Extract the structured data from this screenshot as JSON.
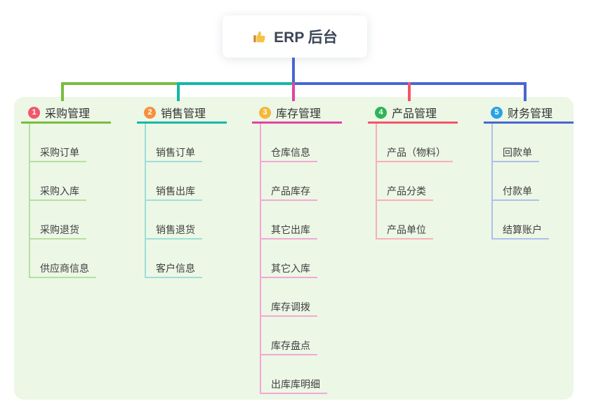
{
  "root": {
    "title": "ERP 后台",
    "icon": "thumbs-up",
    "icon_color": "#f6c344"
  },
  "connectors": {
    "trunk_color": "#4a66d2"
  },
  "canvas_colors": {
    "background": "#ffffff",
    "panel": "#ecf7e6"
  },
  "branches": [
    {
      "num": "1",
      "label": "采购管理",
      "badge_color": "#f2576c",
      "line_color": "#78bd3f",
      "child_line_color": "#b7dfa0",
      "children": [
        "采购订单",
        "采购入库",
        "采购退货",
        "供应商信息"
      ]
    },
    {
      "num": "2",
      "label": "销售管理",
      "badge_color": "#f7903e",
      "line_color": "#16b7a7",
      "child_line_color": "#9edfd7",
      "children": [
        "销售订单",
        "销售出库",
        "销售退货",
        "客户信息"
      ]
    },
    {
      "num": "3",
      "label": "库存管理",
      "badge_color": "#f6b83a",
      "line_color": "#e0459e",
      "child_line_color": "#f3a8d4",
      "children": [
        "仓库信息",
        "产品库存",
        "其它出库",
        "其它入库",
        "库存调拨",
        "库存盘点",
        "出库库明细"
      ]
    },
    {
      "num": "4",
      "label": "产品管理",
      "badge_color": "#2eb456",
      "line_color": "#f4556a",
      "child_line_color": "#f9afb8",
      "children": [
        "产品（物料）",
        "产品分类",
        "产品单位"
      ]
    },
    {
      "num": "5",
      "label": "财务管理",
      "badge_color": "#29a3e3",
      "line_color": "#4a66d2",
      "child_line_color": "#aebfe9",
      "children": [
        "回款单",
        "付款单",
        "结算账户"
      ]
    }
  ]
}
